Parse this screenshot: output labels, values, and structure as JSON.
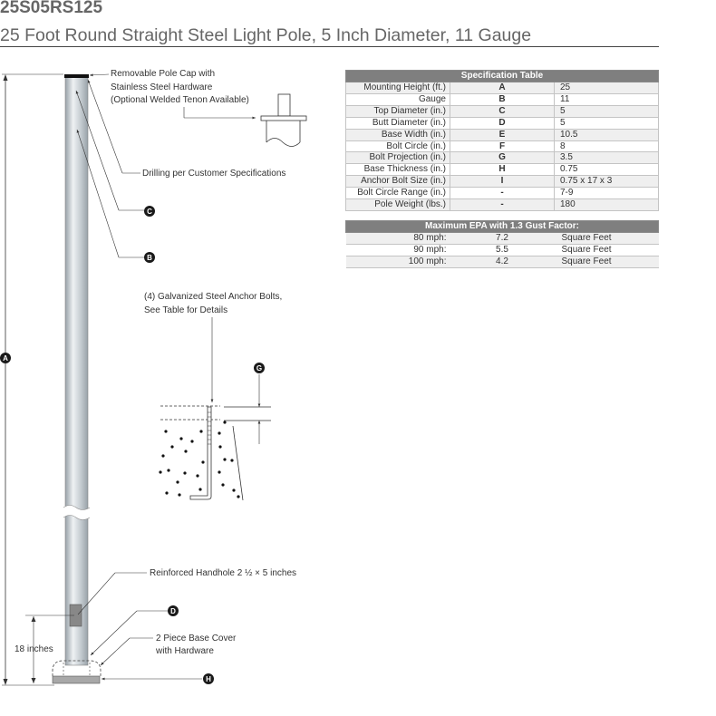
{
  "header": {
    "product_code": "25S05RS125",
    "product_title": "25 Foot Round Straight Steel Light Pole, 5 Inch Diameter, 11 Gauge"
  },
  "callouts": {
    "pole_cap": [
      "Removable Pole Cap with",
      "Stainless Steel Hardware",
      "(Optional Welded Tenon Available)"
    ],
    "drilling": "Drilling per Customer Specifications",
    "anchor_bolts": [
      "(4) Galvanized Steel Anchor Bolts,",
      "See Table for Details"
    ],
    "handhole": "Reinforced Handhole 2 ½ × 5 inches",
    "base_cover": [
      "2 Piece Base Cover",
      "with Hardware"
    ],
    "handhole_height": "18 inches"
  },
  "markers": {
    "A": "A",
    "B": "B",
    "C": "C",
    "D": "D",
    "G": "G",
    "H": "H"
  },
  "spec_table": {
    "title": "Specification Table",
    "rows": [
      {
        "label": "Mounting Height (ft.)",
        "key": "A",
        "value": "25"
      },
      {
        "label": "Gauge",
        "key": "B",
        "value": "11"
      },
      {
        "label": "Top Diameter (in.)",
        "key": "C",
        "value": "5"
      },
      {
        "label": "Butt Diameter (in.)",
        "key": "D",
        "value": "5"
      },
      {
        "label": "Base Width (in.)",
        "key": "E",
        "value": "10.5"
      },
      {
        "label": "Bolt Circle (in.)",
        "key": "F",
        "value": "8"
      },
      {
        "label": "Bolt Projection (in.)",
        "key": "G",
        "value": "3.5"
      },
      {
        "label": "Base Thickness (in.)",
        "key": "H",
        "value": "0.75"
      },
      {
        "label": "Anchor Bolt Size (in.)",
        "key": "I",
        "value": "0.75 x 17 x 3"
      },
      {
        "label": "Bolt Circle Range (in.)",
        "key": "-",
        "value": "7-9"
      },
      {
        "label": "Pole Weight (lbs.)",
        "key": "-",
        "value": "180"
      }
    ]
  },
  "epa_table": {
    "title": "Maximum EPA with 1.3 Gust Factor:",
    "rows": [
      {
        "speed": "80 mph:",
        "value": "7.2",
        "unit": "Square Feet"
      },
      {
        "speed": "90 mph:",
        "value": "5.5",
        "unit": "Square Feet"
      },
      {
        "speed": "100 mph:",
        "value": "4.2",
        "unit": "Square Feet"
      }
    ]
  },
  "colors": {
    "pole_light": "#eef1f3",
    "pole_mid": "#c3cacf",
    "pole_dark": "#98a1a8",
    "marker": "#1a1a1a",
    "table_header": "#7f7f7f"
  }
}
